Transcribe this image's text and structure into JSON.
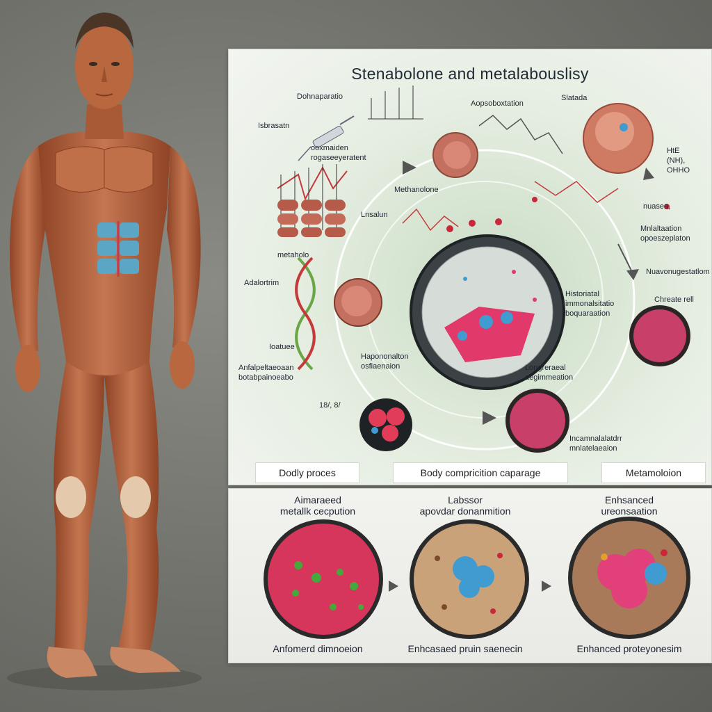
{
  "top_panel": {
    "title": "Stenabolone and metalabouslisy",
    "labels": {
      "l1": "Dohnaparatio",
      "l2": "Isbrasatn",
      "l3": "ooxmaiden\nrogaseeyeratent",
      "l4": "Aopsoboxtation",
      "l5": "Slatada",
      "l6": "HtE\n(NH),\nOHHO",
      "l7": "Methanolone",
      "l8": "Lnsalun",
      "l9": "nuasea,",
      "l10": "Mnlaltaation\nopoeszeplaton",
      "l11": "metaholo",
      "l12": "Nuavonugestatlom",
      "l13": "Adalortrim",
      "l14": "Historiatal\nimmonalsitatio\nboquaraation",
      "l15": "Chreate rell",
      "l16": "Ioatuee",
      "l17": "Hapononalton\nosfiaenaion",
      "l18": "Anfalpeltaeoaan\nbotabpainoeabo",
      "l19": "Longreraeal\naegimmeation",
      "l20": "18/, 8/",
      "l21": "Incamnalalatdrr\nmnlatelaeaion"
    },
    "pills": [
      "Dodly proces",
      "Body compricition caparage",
      "Metamoloion"
    ]
  },
  "bottom_panel": {
    "stages": [
      {
        "title": "Aimaraeed\nmetallk cecpution",
        "caption": "Anfomerd dimnoeion"
      },
      {
        "title": "Labssor\napovdar donanmition",
        "caption": "Enhcasaed pruin saenecin"
      },
      {
        "title": "Enhsanced\nureonsaation",
        "caption": "Enhanced proteyonesim"
      }
    ]
  },
  "colors": {
    "muscle": "#b5643f",
    "panel_green": "#c9dcc4",
    "cell_pink": "#e13a6a",
    "cell_blue": "#3f9bd0"
  }
}
